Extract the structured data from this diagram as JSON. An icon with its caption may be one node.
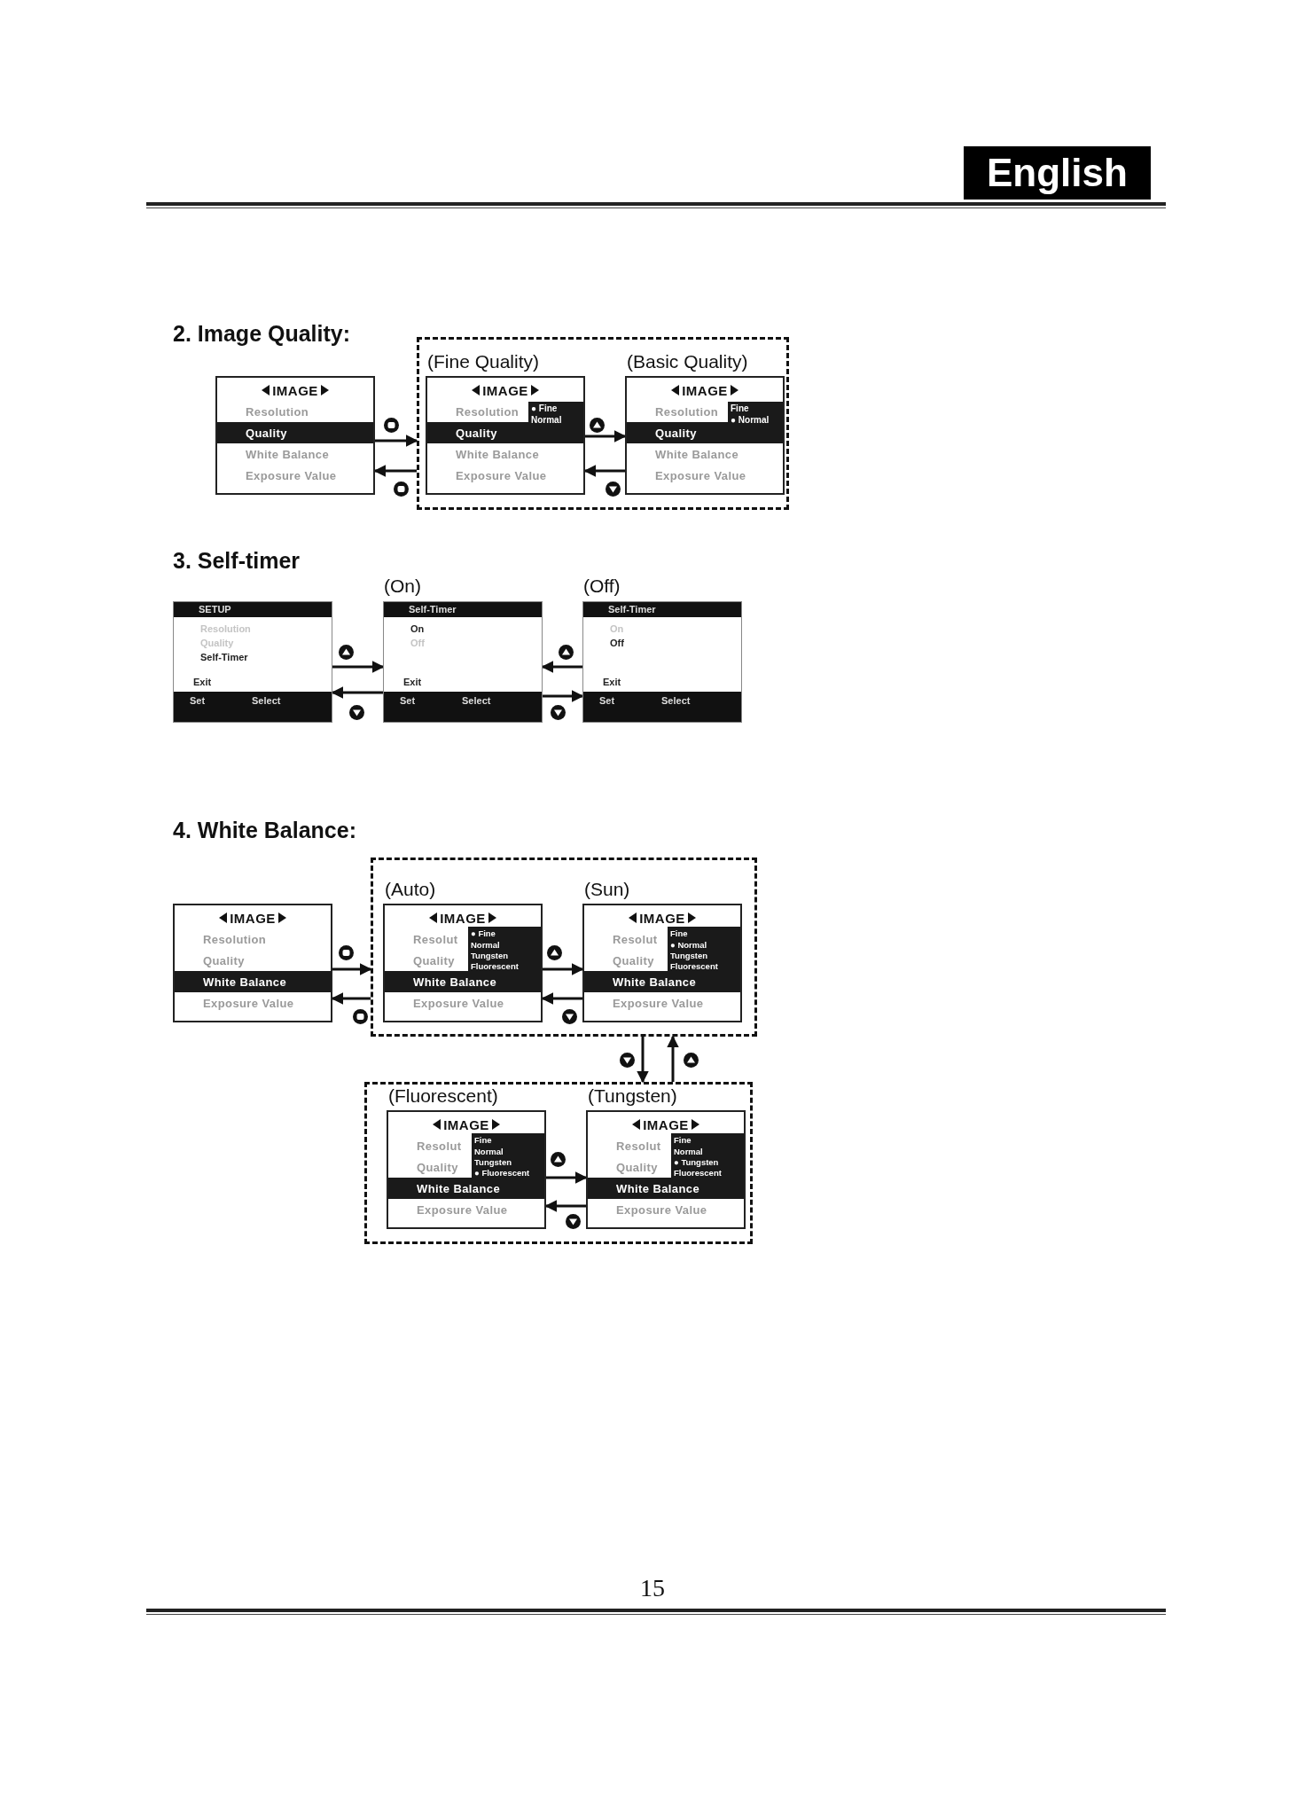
{
  "diagram": {
    "nodes": [
      {
        "text": [
          "IMAGE",
          "Resolution",
          "Quality",
          "White Balance",
          "Exposure Value"
        ]
      },
      {
        "text": [],
        "shape": "box"
      },
      {
        "text": [
          "IMAGE",
          "Resolution",
          "Quality",
          "White Balance",
          "Exposure Value"
        ],
        "in": 1,
        "beside": [
          "(Fine Quality)"
        ]
      },
      {
        "text": [
          "● Fine",
          "Normal"
        ],
        "in": 2
      },
      {
        "text": [
          "IMAGE",
          "Resolution",
          "Quality",
          "White Balance",
          "Exposure Value"
        ],
        "in": 1,
        "beside": [
          "(Basic Quality)"
        ]
      },
      {
        "text": [
          "Fine",
          "● Normal"
        ],
        "in": 4
      },
      {
        "text": [
          "SETUP",
          "Resolution",
          "Quality",
          "Self-Timer",
          "Exit",
          "Set",
          "Select"
        ]
      },
      {
        "text": [
          "Self-Timer",
          "On",
          "Off",
          "Exit",
          "Set",
          "Select"
        ],
        "beside": [
          "(On)"
        ]
      },
      {
        "text": [
          "Self-Timer",
          "On",
          "Off",
          "Exit",
          "Set",
          "Select"
        ],
        "beside": [
          "(Off)"
        ]
      },
      {
        "text": [
          "IMAGE",
          "Resolution",
          "Quality",
          "White Balance",
          "Exposure Value"
        ]
      },
      {
        "text": [],
        "shape": "box"
      },
      {
        "text": [
          "IMAGE",
          "Resolut",
          "Quality",
          "White Balance",
          "Exposure Value"
        ],
        "in": 10,
        "beside": [
          "(Auto)"
        ]
      },
      {
        "text": [
          "● Fine",
          "Normal",
          "Tungsten",
          "Fluorescent"
        ],
        "in": 11
      },
      {
        "text": [
          "IMAGE",
          "Resolut",
          "Quality",
          "White Balance",
          "Exposure Value"
        ],
        "in": 10,
        "beside": [
          "(Sun)"
        ]
      },
      {
        "text": [
          "Fine",
          "● Normal",
          "Tungsten",
          "Fluorescent"
        ],
        "in": 13
      },
      {
        "text": [],
        "shape": "box"
      },
      {
        "text": [
          "IMAGE",
          "Resolut",
          "Quality",
          "White Balance",
          "Exposure Value"
        ],
        "in": 15,
        "beside": [
          "(Fluorescent)"
        ]
      },
      {
        "text": [
          "Fine",
          "Normal",
          "Tungsten",
          "● Fluorescent"
        ],
        "in": 16
      },
      {
        "text": [
          "IMAGE",
          "Resolut",
          "Quality",
          "White Balance",
          "Exposure Value"
        ],
        "in": 15,
        "beside": [
          "(Tungsten)"
        ]
      },
      {
        "text": [
          "Fine",
          "Normal",
          "● Tungsten",
          "Fluorescent"
        ],
        "in": 18
      }
    ],
    "edges": [
      {
        "from": 0,
        "to": 1,
        "arrow": "to"
      },
      {
        "from": 1,
        "to": 0,
        "arrow": "to"
      },
      {
        "from": 2,
        "to": 4,
        "arrow": "to"
      },
      {
        "from": 4,
        "to": 2,
        "arrow": "to"
      },
      {
        "from": 6,
        "to": 7,
        "arrow": "to"
      },
      {
        "from": 7,
        "to": 6,
        "arrow": "to"
      },
      {
        "from": 8,
        "to": 7,
        "arrow": "to"
      },
      {
        "from": 7,
        "to": 8,
        "arrow": "to"
      },
      {
        "from": 9,
        "to": 10,
        "arrow": "to"
      },
      {
        "from": 10,
        "to": 9,
        "arrow": "to"
      },
      {
        "from": 11,
        "to": 13,
        "arrow": "to"
      },
      {
        "from": 13,
        "to": 11,
        "arrow": "to"
      },
      {
        "from": 10,
        "to": 15,
        "arrow": "to"
      },
      {
        "from": 15,
        "to": 10,
        "arrow": "to"
      },
      {
        "from": 16,
        "to": 18,
        "arrow": "to"
      },
      {
        "from": 18,
        "to": 16,
        "arrow": "to"
      }
    ],
    "labels": [
      "English",
      "2. Image Quality:",
      "3. Self-timer",
      "4. White Balance:",
      "15"
    ]
  }
}
